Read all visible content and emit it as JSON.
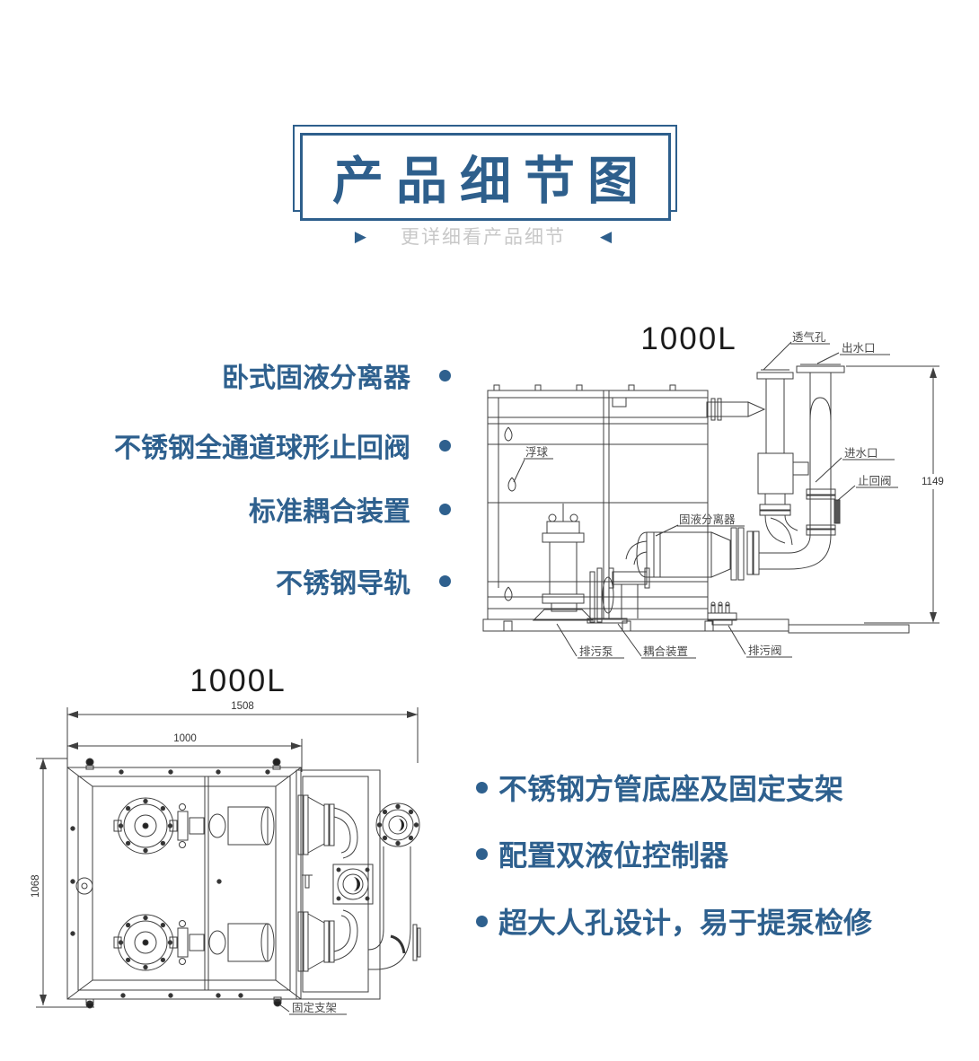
{
  "page": {
    "background": "#ffffff",
    "accent_color": "#2e5f8c",
    "feature_color": "#2e608e",
    "muted_color": "#c8c8c8",
    "line_color": "#3f3f3f"
  },
  "header": {
    "title": "产品细节图",
    "subtitle": "更详细看产品细节",
    "left_arrow": "▶",
    "right_arrow": "◀"
  },
  "left_features": {
    "items": [
      "卧式固液分离器",
      "不锈钢全通道球形止回阀",
      "标准耦合装置",
      "不锈钢导轨"
    ]
  },
  "right_features": {
    "items": [
      "不锈钢方管底座及固定支架",
      "配置双液位控制器",
      "超大人孔设计，易于提泵检修"
    ]
  },
  "side_view": {
    "capacity": "1000L",
    "height_dim": "1149",
    "labels": {
      "vent": "透气孔",
      "outlet": "出水口",
      "float_ball": "浮球",
      "inlet": "进水口",
      "check_valve": "止回阀",
      "separator": "固液分离器",
      "sewage_pump": "排污泵",
      "coupling": "耦合装置",
      "sewage_valve": "排污阀"
    }
  },
  "top_view": {
    "capacity": "1000L",
    "overall_width_dim": "1508",
    "tank_width_dim": "1000",
    "depth_dim": "1068",
    "labels": {
      "bracket": "固定支架"
    }
  }
}
